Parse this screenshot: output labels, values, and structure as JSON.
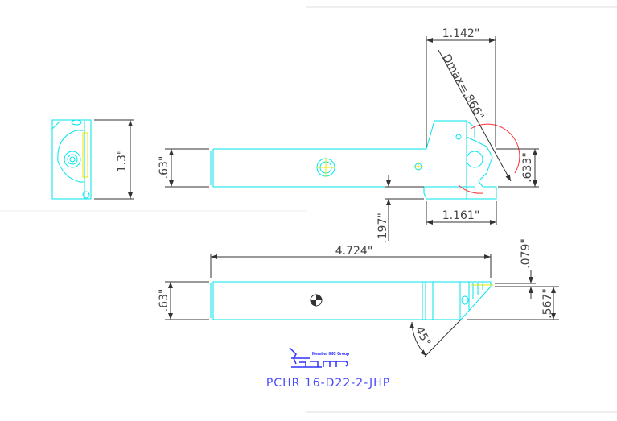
{
  "drawing": {
    "part_number": "PCHR 16-D22-2-JHP",
    "logo": {
      "brand": "Iscar",
      "tagline": "Member IMC Group"
    },
    "colors": {
      "geometry": "#00e5ee",
      "dimensions": "#333333",
      "title": "#4a4aff",
      "cut_radius": "#ff3030"
    },
    "dimensions": {
      "side_height": "1.3\"",
      "top_shank_height": ".63\"",
      "head_width": "1.142\"",
      "dmax": "Dmax=.866\"",
      "head_height": ".633\"",
      "offset": ".197\"",
      "head_length": "1.161\"",
      "overall_length": "4.724\"",
      "front_shank_height": ".63\"",
      "insert_offset": ".079\"",
      "cut_height": ".567\"",
      "chamfer_angle": "45°"
    }
  }
}
